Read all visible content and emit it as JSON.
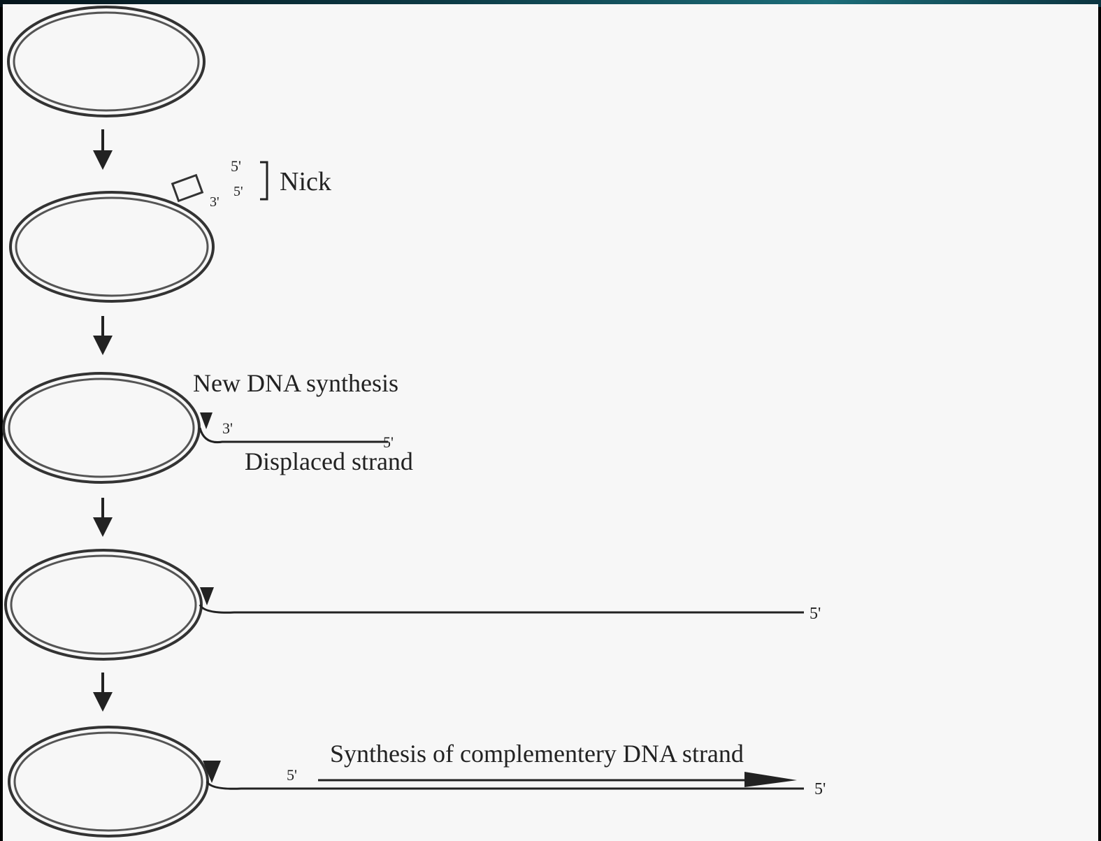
{
  "labels": {
    "nick": "Nick",
    "nick_5_top": "5'",
    "nick_3": "3'",
    "nick_5_bottom": "5'",
    "new_dna_synthesis": "New DNA synthesis",
    "step3_3prime": "3'",
    "step3_5prime": "5'",
    "displaced_strand": "Displaced strand",
    "step4_5prime": "5'",
    "complementary_synthesis": "Synthesis of complementery DNA strand",
    "step5_5prime_left": "5'",
    "step5_5prime_right": "5'"
  },
  "colors": {
    "line": "#222222",
    "background": "#f7f7f7",
    "frame": "#000000"
  }
}
